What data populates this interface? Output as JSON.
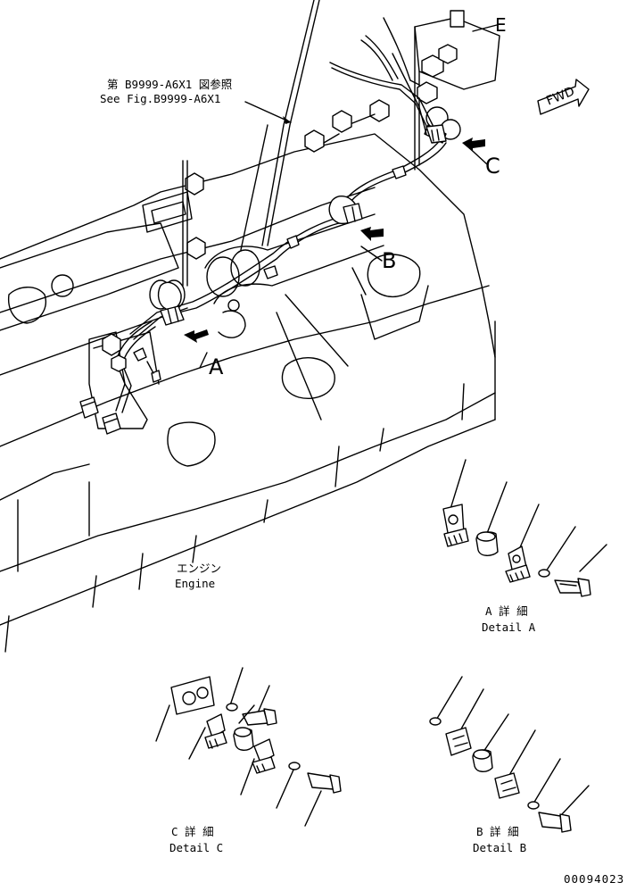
{
  "references": {
    "ref_jp": "第 B9999-A6X1 図参照",
    "ref_en": "See Fig.B9999-A6X1"
  },
  "view_labels": {
    "a": "A",
    "b": "B",
    "c": "C",
    "e": "E"
  },
  "fwd": "FWD",
  "engine": {
    "jp": "エンジン",
    "en": "Engine"
  },
  "details": {
    "a_jp": "A 詳 細",
    "a_en": "Detail A",
    "b_jp": "B 詳 細",
    "b_en": "Detail B",
    "c_jp": "C 詳 細",
    "c_en": "Detail C"
  },
  "drawing_number": "00094023"
}
